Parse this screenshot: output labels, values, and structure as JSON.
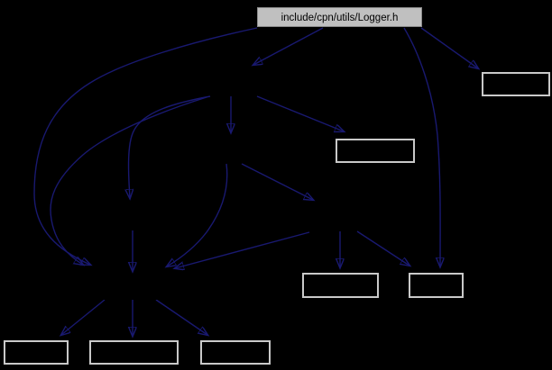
{
  "graph": {
    "type": "include-dependency-graph",
    "background_color": "#000000",
    "edge_color": "#191970",
    "node_border_color": "#c9c9c9",
    "root": {
      "label": "include/cpn/utils/Logger.h",
      "fill": "#c0c0c0",
      "text_color": "#000000"
    },
    "nodes": [
      {
        "id": "root",
        "label": "include/cpn/utils/Logger.h",
        "visible": true
      },
      {
        "id": "box-top-right",
        "label": "",
        "visible": true
      },
      {
        "id": "box-middle",
        "label": "",
        "visible": true
      },
      {
        "id": "box-a",
        "label": "",
        "visible": true
      },
      {
        "id": "box-b",
        "label": "",
        "visible": true
      },
      {
        "id": "box-bottom-1",
        "label": "",
        "visible": true
      },
      {
        "id": "box-bottom-2",
        "label": "",
        "visible": true
      },
      {
        "id": "box-bottom-3",
        "label": "",
        "visible": true
      },
      {
        "id": "hidden-n2",
        "label": "",
        "visible": false
      },
      {
        "id": "hidden-n4",
        "label": "",
        "visible": false
      },
      {
        "id": "hidden-n3",
        "label": "",
        "visible": false
      },
      {
        "id": "hidden-h2",
        "label": "",
        "visible": false
      },
      {
        "id": "hidden-h1",
        "label": "",
        "visible": false
      }
    ],
    "edges": [
      {
        "from": "root",
        "to": "hidden-n2"
      },
      {
        "from": "root",
        "to": "box-top-right"
      },
      {
        "from": "root",
        "to": "box-b"
      },
      {
        "from": "root",
        "to": "hidden-h1"
      },
      {
        "from": "hidden-n2",
        "to": "hidden-n4"
      },
      {
        "from": "hidden-n2",
        "to": "box-middle"
      },
      {
        "from": "hidden-n2",
        "to": "hidden-h2"
      },
      {
        "from": "hidden-n2",
        "to": "hidden-h1"
      },
      {
        "from": "hidden-n4",
        "to": "hidden-n3"
      },
      {
        "from": "hidden-n4",
        "to": "hidden-h1"
      },
      {
        "from": "hidden-h2",
        "to": "hidden-h1"
      },
      {
        "from": "hidden-n3",
        "to": "box-a"
      },
      {
        "from": "hidden-n3",
        "to": "box-b"
      },
      {
        "from": "hidden-n3",
        "to": "hidden-h1"
      },
      {
        "from": "hidden-h1",
        "to": "box-bottom-1"
      },
      {
        "from": "hidden-h1",
        "to": "box-bottom-2"
      },
      {
        "from": "hidden-h1",
        "to": "box-bottom-3"
      }
    ]
  }
}
